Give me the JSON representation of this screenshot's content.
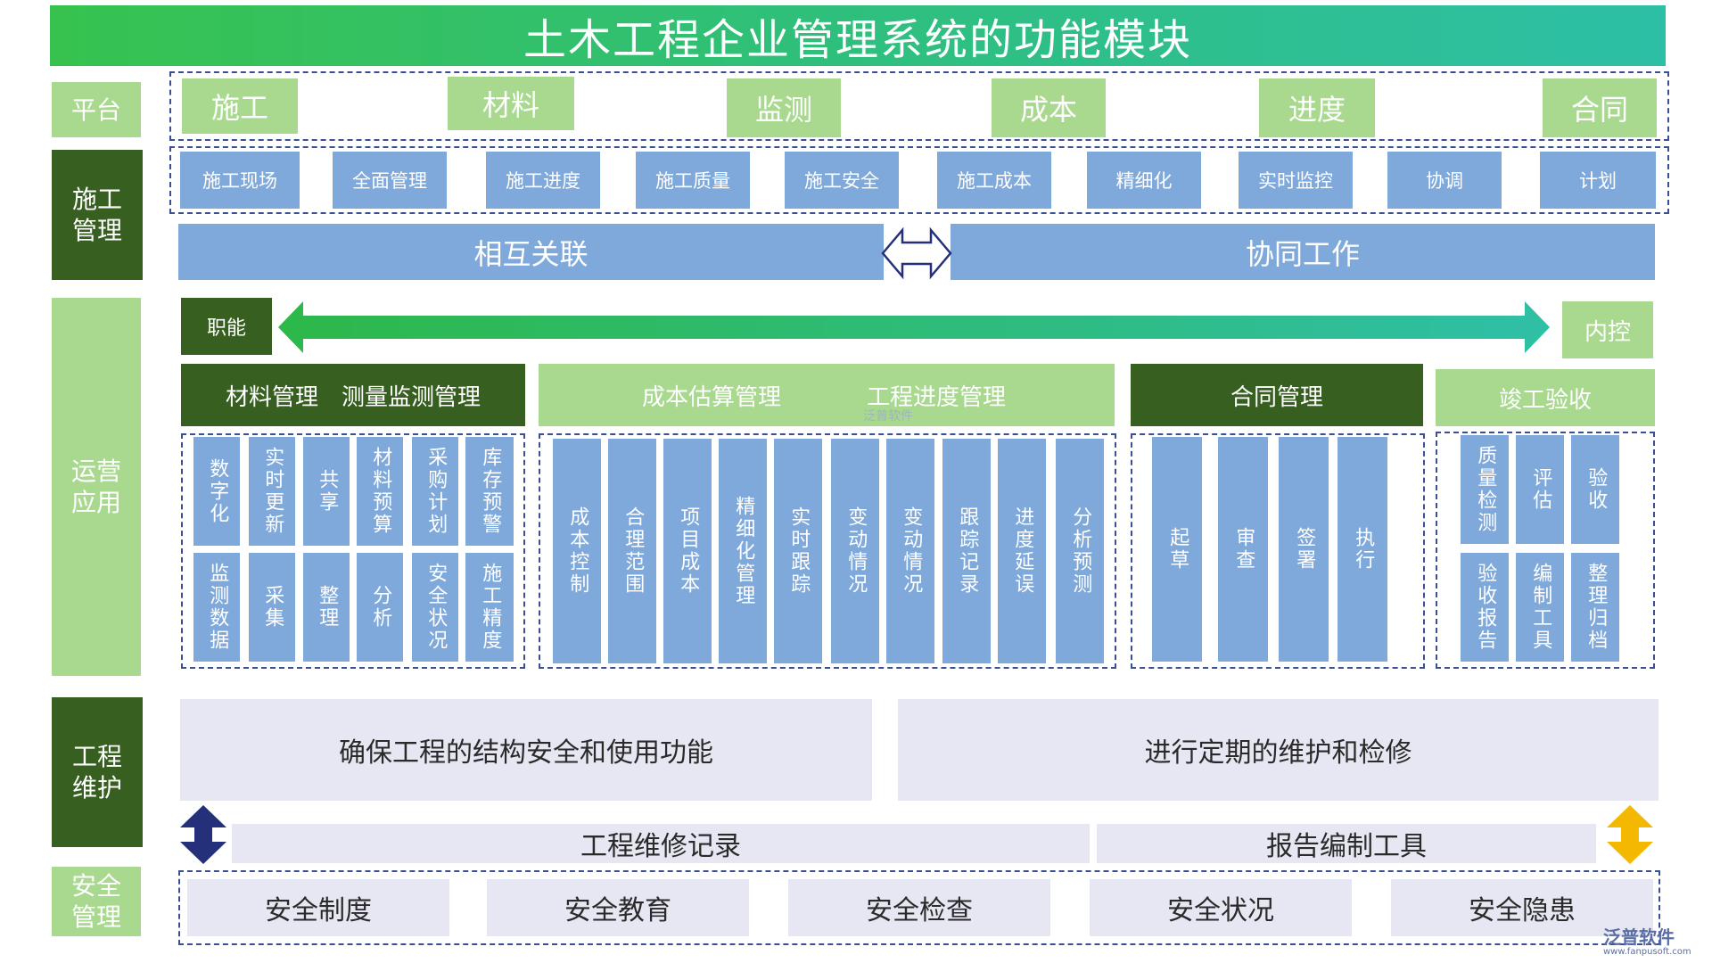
{
  "title": "土木工程企业管理系统的功能模块",
  "side_labels": {
    "platform": "平台",
    "construction": "施工\n管理",
    "operation": "运营\n应用",
    "maintenance": "工程\n维护",
    "safety": "安全\n管理"
  },
  "platform_items": [
    "施工",
    "材料",
    "监测",
    "成本",
    "进度",
    "合同"
  ],
  "construction_items": [
    "施工现场",
    "全面管理",
    "施工进度",
    "施工质量",
    "施工安全",
    "施工成本",
    "精细化",
    "实时监控",
    "协调",
    "计划"
  ],
  "link_bar": {
    "left": "相互关联",
    "right": "协同工作"
  },
  "function_arrow": {
    "left": "职能",
    "right": "内控"
  },
  "groups": {
    "material": {
      "header": "材料管理　测量监测管理",
      "row1": [
        "数字化",
        "实时更新",
        "共享",
        "材料预算",
        "采购计划",
        "库存预警"
      ],
      "row2": [
        "监测数据",
        "采集",
        "整理",
        "分析",
        "安全状况",
        "施工精度"
      ]
    },
    "cost": {
      "header_left": "成本估算管理",
      "header_right": "工程进度管理",
      "items": [
        "成本控制",
        "合理范围",
        "项目成本",
        "精细化管理",
        "实时跟踪",
        "变动情况",
        "变动情况",
        "跟踪记录",
        "进度延误",
        "分析预测"
      ]
    },
    "contract": {
      "header": "合同管理",
      "items": [
        "起草",
        "审查",
        "签署",
        "执行"
      ]
    },
    "acceptance": {
      "header": "竣工验收",
      "row1": [
        "质量检测",
        "评估",
        "验收"
      ],
      "row2": [
        "验收报告",
        "编制工具",
        "整理归档"
      ]
    }
  },
  "maintenance": {
    "box_left": "确保工程的结构安全和使用功能",
    "box_right": "进行定期的维护和检修",
    "bar_left": "工程维修记录",
    "bar_right": "报告编制工具"
  },
  "safety_items": [
    "安全制度",
    "安全教育",
    "安全检查",
    "安全状况",
    "安全隐患"
  ],
  "watermark": {
    "brand": "泛普软件",
    "url": "www.fanpusoft.com"
  },
  "colors": {
    "light_green": "#a8d98f",
    "dark_green": "#375f20",
    "blue": "#7fa9db",
    "gray": "#e6e7f2",
    "navy_arrow": "#24307a",
    "yellow_arrow": "#f5b800"
  }
}
